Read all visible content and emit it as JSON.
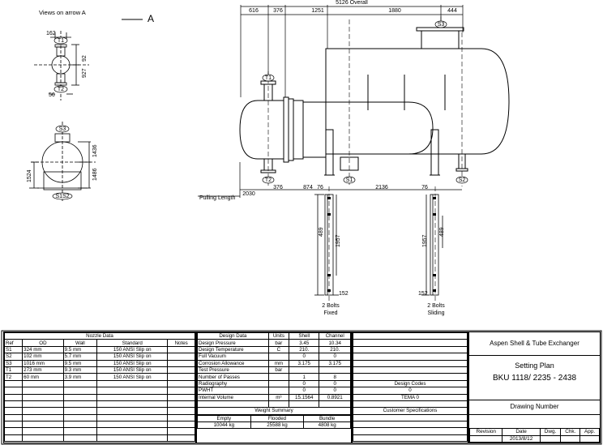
{
  "drawing": {
    "view_label": "Views on arrow A",
    "arrow_label": "A",
    "overall_label": "5126 Overall",
    "top_dims": [
      "616",
      "376",
      "1251",
      "1880",
      "444"
    ],
    "bottom_dims": [
      "2030",
      "376",
      "874",
      "76",
      "2136",
      "76"
    ],
    "pulling_length": "Pulling Length",
    "side_view_dims": [
      "162",
      "92",
      "927",
      "56"
    ],
    "end_view_dims": [
      "1436",
      "1524",
      "1486"
    ],
    "nozzle_tags": [
      "S1",
      "S2",
      "S3",
      "T1",
      "T2"
    ],
    "end_view_bottom_tag": "S1S2",
    "saddle_dims": [
      "489",
      "1957",
      "152",
      "1957",
      "489",
      "152"
    ],
    "support_labels": [
      "2 Bolts\nFixed",
      "2 Bolts\nSliding"
    ]
  },
  "nozzle_table": {
    "title": "Nozzle Data",
    "headers": [
      "Ref",
      "OD",
      "Wall",
      "Standard",
      "Notes"
    ],
    "rows": [
      [
        "S1",
        "324 mm",
        "9.5 mm",
        "150 ANSI  Slip on",
        ""
      ],
      [
        "S2",
        "102 mm",
        "5.7 mm",
        "150 ANSI  Slip on",
        ""
      ],
      [
        "S3",
        "1016 mm",
        "9.5 mm",
        "150 ANSI  Slip on",
        ""
      ],
      [
        "T1",
        "273 mm",
        "9.3 mm",
        "150 ANSI  Slip on",
        ""
      ],
      [
        "T2",
        "60 mm",
        "3.9 mm",
        "150 ANSI  Slip on",
        ""
      ]
    ]
  },
  "design_table": {
    "headers": [
      "Design Data",
      "Units",
      "Shell",
      "Channel"
    ],
    "rows": [
      [
        "Design Pressure",
        "bar",
        "3.45",
        "10.34"
      ],
      [
        "Design Temperature",
        "C",
        "210.",
        "210."
      ],
      [
        "Full Vacuum",
        "",
        "0",
        "0"
      ],
      [
        "Corrosion Allowance",
        "mm",
        "3.175",
        "3.175"
      ],
      [
        "Test Pressure",
        "bar",
        "",
        ""
      ],
      [
        "Number of Passes",
        "",
        "1",
        "8"
      ],
      [
        "Radiography",
        "",
        "0",
        "0"
      ],
      [
        "PWHT",
        "",
        "0",
        "0"
      ],
      [
        "Internal Volume",
        "m³",
        "15.1564",
        "0.8921"
      ]
    ],
    "weight_title": "Weight Summary",
    "weight_headers": [
      "Empty",
      "Flooded",
      "Bundle"
    ],
    "weight_values": [
      "10044 kg",
      "25588 kg",
      "4808 kg"
    ]
  },
  "codes": {
    "design_codes_label": "Design Codes",
    "design_codes_value": "0",
    "tema": "TEMA 0",
    "customer_spec": "Customer Specifications"
  },
  "title_block": {
    "company": "Aspen Shell & Tube Exchanger",
    "plan": "Setting Plan",
    "model": "BKU  1118/ 2235 -  2438",
    "drawing_number": "Drawing Number",
    "rev_headers": [
      "Revision",
      "Date",
      "Dwg.",
      "Chk.",
      "App."
    ],
    "date_value": "2013/8/12"
  }
}
